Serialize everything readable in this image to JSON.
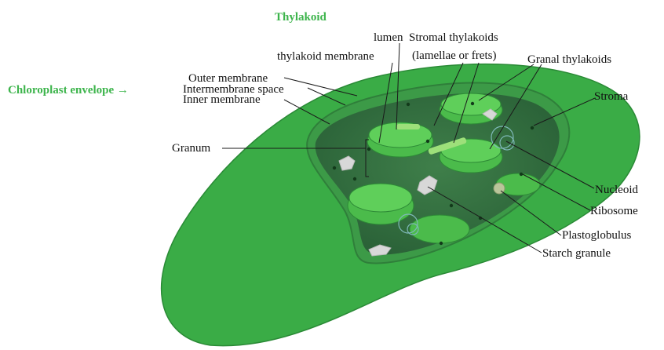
{
  "headings": {
    "thylakoid": "Thylakoid",
    "envelope": "Chloroplast envelope →"
  },
  "labels": {
    "lumen": "lumen",
    "stromal_thylakoids": "Stromal thylakoids",
    "lamellae": "(lamellae or frets)",
    "thylakoid_membrane": "thylakoid membrane",
    "granal_thylakoids": "Granal thylakoids",
    "outer_membrane": "Outer membrane",
    "intermembrane_space": "Intermembrane space",
    "inner_membrane": "Inner membrane",
    "stroma": "Stroma",
    "granum": "Granum",
    "nucleoid": "Nucleoid",
    "ribosome": "Ribosome",
    "plastoglobulus": "Plastoglobulus",
    "starch_granule": "Starch granule"
  },
  "colors": {
    "heading_green": "#3cb44b",
    "outer_body": "#3aac46",
    "inner_rim": "#2e8f3a",
    "stroma_fill": "#2f6e3d",
    "grana_light": "#5fcf5a",
    "grana_mid": "#48b848",
    "starch": "#d8d8d8",
    "nucleoid": "#7fb8b8"
  }
}
